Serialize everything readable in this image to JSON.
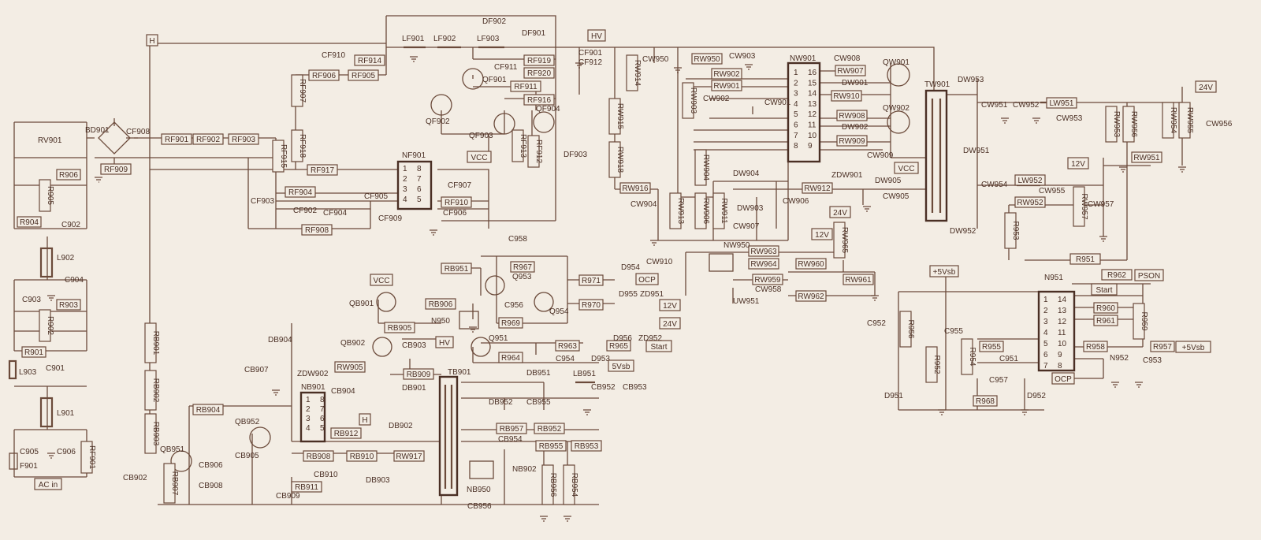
{
  "colors": {
    "background": "#f3ede4",
    "ink": "#6b4a3a"
  },
  "nets": {
    "h": "H",
    "hv": "HV",
    "vcc": "VCC",
    "v24": "24V",
    "v12": "12V",
    "v5vsb": "5Vsb",
    "plus5vsb": "+5Vsb",
    "start": "Start",
    "ocp": "OCP",
    "pson": "PSON",
    "acin": "AC in"
  },
  "input_filter": {
    "rv901": "RV901",
    "r906": "R906",
    "r905": "R905",
    "r904": "R904",
    "c902": "C902",
    "l902": "L902",
    "c903": "C903",
    "c904": "C904",
    "r903": "R903",
    "r902": "R902",
    "r901": "R901",
    "l903": "L903",
    "c901": "C901",
    "l901": "L901",
    "c905": "C905",
    "c906": "C906",
    "rf901b": "RF901",
    "f901": "F901"
  },
  "pfc": {
    "bd901": "BD901",
    "cf908": "CF908",
    "rf909": "RF909",
    "rf901": "RF901",
    "rf902": "RF902",
    "rf903": "RF903",
    "cf910": "CF910",
    "rf914": "RF914",
    "rf906": "RF906",
    "rf905": "RF905",
    "rf907": "RF907",
    "rf918": "RF918",
    "rf917": "RF917",
    "rf915": "RF915",
    "rf904": "RF904",
    "cf903": "CF903",
    "cf902": "CF902",
    "cf904": "CF904",
    "cf905": "CF905",
    "rf908": "RF908",
    "cf909": "CF909",
    "nf901": "NF901",
    "cf907": "CF907",
    "rf910": "RF910",
    "cf906": "CF906",
    "lf901": "LF901",
    "lf902": "LF902",
    "lf903": "LF903",
    "df902": "DF902",
    "df901": "DF901",
    "cf911": "CF911",
    "rf919": "RF919",
    "rf920": "RF920",
    "qf901": "QF901",
    "qf902": "QF902",
    "rf911": "RF911",
    "rf916": "RF916",
    "qf904": "QF904",
    "qf903": "QF903",
    "rf913": "RF913",
    "rf912": "RF912",
    "df903": "DF903",
    "cf901": "CF901",
    "cf912": "CF912"
  },
  "main_converter": {
    "rw914": "RW914",
    "rw915": "RW915",
    "rw918": "RW918",
    "rw916": "RW916",
    "cw950": "CW950",
    "rw950": "RW950",
    "cw903": "CW903",
    "rw903": "RW903",
    "rw902": "RW902",
    "rw901": "RW901",
    "cw902": "CW902",
    "cw901": "CW901",
    "nw901": "NW901",
    "cw908": "CW908",
    "rw907": "RW907",
    "dw901": "DW901",
    "rw910": "RW910",
    "qw901": "QW901",
    "qw902": "QW902",
    "rw908": "RW908",
    "dw902": "DW902",
    "rw909": "RW909",
    "cw909": "CW909",
    "zdw901": "ZDW901",
    "dw905": "DW905",
    "cw904": "CW904",
    "rw913": "RW913",
    "rw904": "RW904",
    "rw906": "RW906",
    "rw911": "RW911",
    "dw904": "DW904",
    "dw903": "DW903",
    "cw907": "CW907",
    "cw906": "CW906",
    "rw912": "RW912",
    "cw905": "CW905",
    "tw901": "TW901"
  },
  "secondary": {
    "dw953": "DW953",
    "dw951": "DW951",
    "dw952": "DW952",
    "cw951": "CW951",
    "cw952": "CW952",
    "lw951": "LW951",
    "cw953": "CW953",
    "rw953": "RW953",
    "rw956": "RW956",
    "rw954": "RW954",
    "rw955": "RW955",
    "cw956": "CW956",
    "rw951": "RW951",
    "cw954": "CW954",
    "lw952": "LW952",
    "cw955": "CW955",
    "rw957": "RW957",
    "cw957": "CW957",
    "rw952": "RW952",
    "r953": "R953",
    "r951": "R951"
  },
  "feedback": {
    "rw965": "RW965",
    "cw910": "CW910",
    "nw950": "NW950",
    "rw963": "RW963",
    "rw964": "RW964",
    "rw960": "RW960",
    "rw959": "RW959",
    "cw958": "CW958",
    "rw961": "RW961",
    "rw962": "RW962",
    "uw951": "UW951"
  },
  "supervisor": {
    "n951": "N951",
    "r962": "R962",
    "r960": "R960",
    "r961": "R961",
    "r959": "R959",
    "c952": "C952",
    "r956": "R956",
    "c955": "C955",
    "r952": "R952",
    "r954": "R954",
    "r955": "R955",
    "c951": "C951",
    "r958": "R958",
    "r957": "R957",
    "n952": "N952",
    "c953": "C953",
    "d951": "D951",
    "c957": "C957",
    "d952": "D952",
    "r968": "R968"
  },
  "standby_ctl": {
    "c958": "C958",
    "rb951": "RB951",
    "r967": "R967",
    "q953": "Q953",
    "d954": "D954",
    "r971": "R971",
    "c956": "C956",
    "q954": "Q954",
    "r970": "R970",
    "d955": "D955",
    "zd951": "ZD951",
    "d956": "D956",
    "zd952": "ZD952",
    "r969": "R969",
    "q951": "Q951",
    "r963": "R963",
    "r965": "R965",
    "d953": "D953",
    "r964": "R964",
    "c954": "C954",
    "n950": "N950"
  },
  "standby": {
    "qb901": "QB901",
    "rb906": "RB906",
    "rb905": "RB905",
    "db904": "DB904",
    "qb902": "QB902",
    "cb903": "CB903",
    "rb909": "RB909",
    "cb907": "CB907",
    "zdw902": "ZDW902",
    "rw905": "RW905",
    "nb901": "NB901",
    "cb904": "CB904",
    "db901": "DB901",
    "tb901": "TB901",
    "rb904": "RB904",
    "qb952": "QB952",
    "rb912": "RB912",
    "db902": "DB902",
    "qb951": "QB951",
    "cb906": "CB906",
    "cb905": "CB905",
    "cb908": "CB908",
    "rb908": "RB908",
    "rb910": "RB910",
    "rw917": "RW917",
    "cb910": "CB910",
    "db903": "DB903",
    "rb911": "RB911",
    "cb909": "CB909",
    "rb901": "RB901",
    "rb902": "RB902",
    "rb903": "RB903",
    "rb907": "RB907",
    "cb902": "CB902",
    "db951": "DB951",
    "lb951": "LB951",
    "db952": "DB952",
    "cb955": "CB955",
    "cb952": "CB952",
    "cb953": "CB953",
    "rb957": "RB957",
    "rb952": "RB952",
    "cb954": "CB954",
    "rb955": "RB955",
    "rb953": "RB953",
    "nb902": "NB902",
    "nb950": "NB950",
    "rb956": "RB956",
    "rb954": "RB954",
    "cb956": "CB956"
  },
  "ic_pins": {
    "nf901": [
      "1",
      "8",
      "2",
      "7",
      "3",
      "6",
      "4",
      "5"
    ],
    "nw901": [
      "1",
      "16",
      "2",
      "15",
      "3",
      "14",
      "4",
      "13",
      "5",
      "12",
      "6",
      "11",
      "7",
      "10",
      "8",
      "9"
    ],
    "nb901": [
      "1",
      "8",
      "2",
      "7",
      "3",
      "6",
      "4",
      "5"
    ],
    "n951": [
      "1",
      "14",
      "2",
      "13",
      "3",
      "12",
      "4",
      "11",
      "5",
      "10",
      "6",
      "9",
      "7",
      "8"
    ]
  }
}
